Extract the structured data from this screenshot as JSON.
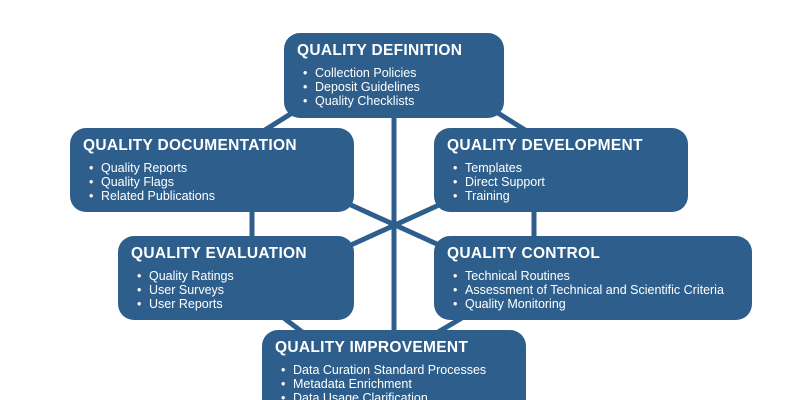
{
  "diagram": {
    "line_color": "#2e5f8c",
    "node_color": "#2e5f8c",
    "text_color": "#ffffff",
    "nodes": [
      {
        "id": "definition",
        "title": "QUALITY DEFINITION",
        "items": [
          "Collection Policies",
          "Deposit Guidelines",
          "Quality Checklists"
        ]
      },
      {
        "id": "documentation",
        "title": "QUALITY DOCUMENTATION",
        "items": [
          "Quality Reports",
          "Quality Flags",
          "Related Publications"
        ]
      },
      {
        "id": "development",
        "title": "QUALITY DEVELOPMENT",
        "items": [
          "Templates",
          "Direct Support",
          "Training"
        ]
      },
      {
        "id": "evaluation",
        "title": "QUALITY EVALUATION",
        "items": [
          "Quality Ratings",
          "User Surveys",
          "User Reports"
        ]
      },
      {
        "id": "control",
        "title": "QUALITY CONTROL",
        "items": [
          "Technical Routines",
          "Assessment of Technical and Scientific Criteria",
          "Quality Monitoring"
        ]
      },
      {
        "id": "improvement",
        "title": "QUALITY IMPROVEMENT",
        "items": [
          "Data Curation Standard Processes",
          "Metadata Enrichment",
          "Data Usage Clarification"
        ]
      }
    ]
  }
}
